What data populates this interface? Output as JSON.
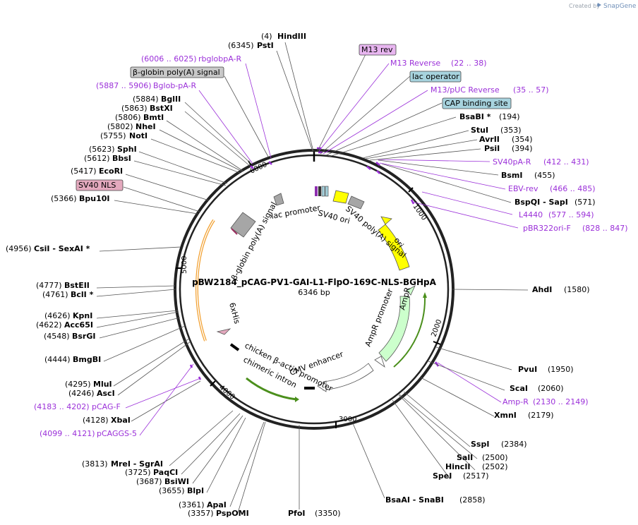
{
  "credit": {
    "prefix": "Created by",
    "brand": "SnapGene"
  },
  "plasmid": {
    "name": "pBW2184_pCAG-PV1-GAI-L1-FlpO-169C-NLS-BGHpA",
    "size": "6346 bp"
  },
  "ruler": [
    "1000",
    "2000",
    "3000",
    "4000",
    "5000",
    "6000"
  ],
  "sites": [
    {
      "name": "HindIII",
      "pos": "(4)"
    },
    {
      "name": "PstI",
      "pos": "(6345)"
    },
    {
      "name": "BglII",
      "pos": "(5884)"
    },
    {
      "name": "BstXI",
      "pos": "(5863)"
    },
    {
      "name": "BmtI",
      "pos": "(5806)"
    },
    {
      "name": "NheI",
      "pos": "(5802)"
    },
    {
      "name": "NotI",
      "pos": "(5755)"
    },
    {
      "name": "SphI",
      "pos": "(5623)"
    },
    {
      "name": "BbsI",
      "pos": "(5612)"
    },
    {
      "name": "EcoRI",
      "pos": "(5417)"
    },
    {
      "name": "Bpu10I",
      "pos": "(5366)"
    },
    {
      "name": "CsiI - SexAI *",
      "pos": "(4956)"
    },
    {
      "name": "BstEII",
      "pos": "(4777)"
    },
    {
      "name": "BclI *",
      "pos": "(4761)"
    },
    {
      "name": "KpnI",
      "pos": "(4626)"
    },
    {
      "name": "Acc65I",
      "pos": "(4622)"
    },
    {
      "name": "BsrGI",
      "pos": "(4548)"
    },
    {
      "name": "BmgBI",
      "pos": "(4444)"
    },
    {
      "name": "MluI",
      "pos": "(4295)"
    },
    {
      "name": "AscI",
      "pos": "(4246)"
    },
    {
      "name": "XbaI",
      "pos": "(4128)"
    },
    {
      "name": "MreI - SgrAI",
      "pos": "(3813)"
    },
    {
      "name": "PaqCI",
      "pos": "(3725)"
    },
    {
      "name": "BsiWI",
      "pos": "(3687)"
    },
    {
      "name": "BlpI",
      "pos": "(3655)"
    },
    {
      "name": "ApaI",
      "pos": "(3361)"
    },
    {
      "name": "PspOMI",
      "pos": "(3357)"
    },
    {
      "name": "PfoI",
      "pos": "(3350)"
    },
    {
      "name": "BsaAI - SnaBI",
      "pos": "(2858)"
    },
    {
      "name": "SpeI",
      "pos": "(2517)"
    },
    {
      "name": "HincII",
      "pos": "(2502)"
    },
    {
      "name": "SalI",
      "pos": "(2500)"
    },
    {
      "name": "SspI",
      "pos": "(2384)"
    },
    {
      "name": "XmnI",
      "pos": "(2179)"
    },
    {
      "name": "ScaI",
      "pos": "(2060)"
    },
    {
      "name": "PvuI",
      "pos": "(1950)"
    },
    {
      "name": "AhdI",
      "pos": "(1580)"
    },
    {
      "name": "BspQI - SapI",
      "pos": "(571)"
    },
    {
      "name": "BsmI",
      "pos": "(455)"
    },
    {
      "name": "PsiI",
      "pos": "(394)"
    },
    {
      "name": "AvrII",
      "pos": "(354)"
    },
    {
      "name": "StuI",
      "pos": "(353)"
    },
    {
      "name": "BsaBI *",
      "pos": "(194)"
    }
  ],
  "primers": [
    {
      "name": "rbglobpA-R",
      "range": "(6006 .. 6025)"
    },
    {
      "name": "Bglob-pA-R",
      "range": "(5887 .. 5906)"
    },
    {
      "name": "pCAG-F",
      "range": "(4183 .. 4202)"
    },
    {
      "name": "pCAGGS-5",
      "range": "(4099 .. 4121)"
    },
    {
      "name": "M13 Reverse",
      "range": "(22 .. 38)"
    },
    {
      "name": "M13/pUC Reverse",
      "range": "(35 .. 57)"
    },
    {
      "name": "SV40pA-R",
      "range": "(412 .. 431)"
    },
    {
      "name": "EBV-rev",
      "range": "(466 .. 485)"
    },
    {
      "name": "L4440",
      "range": "(577 .. 594)"
    },
    {
      "name": "pBR322ori-F",
      "range": "(828 .. 847)"
    },
    {
      "name": "Amp-R",
      "range": "(2130 .. 2149)"
    }
  ],
  "boxes": [
    {
      "label": "M13 rev",
      "color": "#e8b6f0"
    },
    {
      "label": "lac operator",
      "color": "#a7d3de"
    },
    {
      "label": "CAP binding site",
      "color": "#a7d3de"
    },
    {
      "label": "β-globin poly(A) signal",
      "color": "#c8c8c8"
    },
    {
      "label": "SV40 NLS",
      "color": "#e4a9be"
    }
  ],
  "features": {
    "lac_promoter": "lac promoter",
    "sv40_ori": "SV40 ori",
    "sv40_polya": "SV40 poly(A) signal",
    "ori": "ori",
    "ampr_promoter": "AmpR promoter",
    "ampr": "AmpR",
    "cmv": "CMV enhancer",
    "chicken": "chicken β-actin promoter",
    "intron": "chimeric intron",
    "his": "6xHis",
    "bglob": "β-globin poly(A) signal"
  },
  "colors": {
    "ori": "#ffff00",
    "ampr": "#ccffcc",
    "grey": "#a6a6a6",
    "intron": "#80c040",
    "bracket": "#f2a030",
    "primer": "#9b30d9"
  }
}
